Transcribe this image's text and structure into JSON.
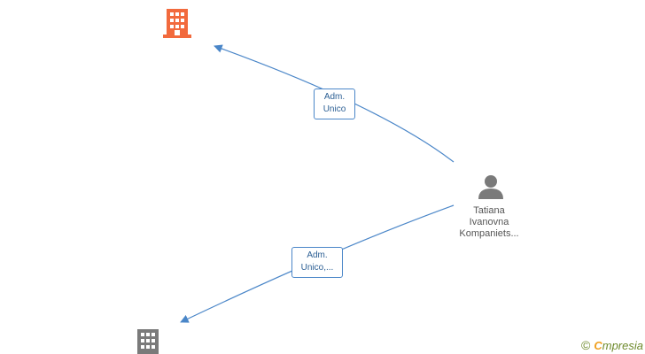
{
  "nodes": {
    "company_top": {
      "icon": "building-icon",
      "color": "#f26a3d"
    },
    "company_bottom": {
      "icon": "building-icon",
      "color": "#7a7a7a"
    },
    "person": {
      "icon": "person-icon",
      "color": "#7a7a7a",
      "name_lines": [
        "Tatiana",
        "Ivanovna",
        "Kompaniets..."
      ]
    }
  },
  "edges": [
    {
      "from": "person",
      "to": "company_top",
      "label_lines": [
        "Adm.",
        "Unico"
      ]
    },
    {
      "from": "person",
      "to": "company_bottom",
      "label_lines": [
        "Adm.",
        "Unico,..."
      ]
    }
  ],
  "colors": {
    "edge": "#4a86c8",
    "label_border": "#4a86c8"
  },
  "footer": {
    "copyright": "©",
    "brand_first": "C",
    "brand_rest": "mpresia"
  }
}
